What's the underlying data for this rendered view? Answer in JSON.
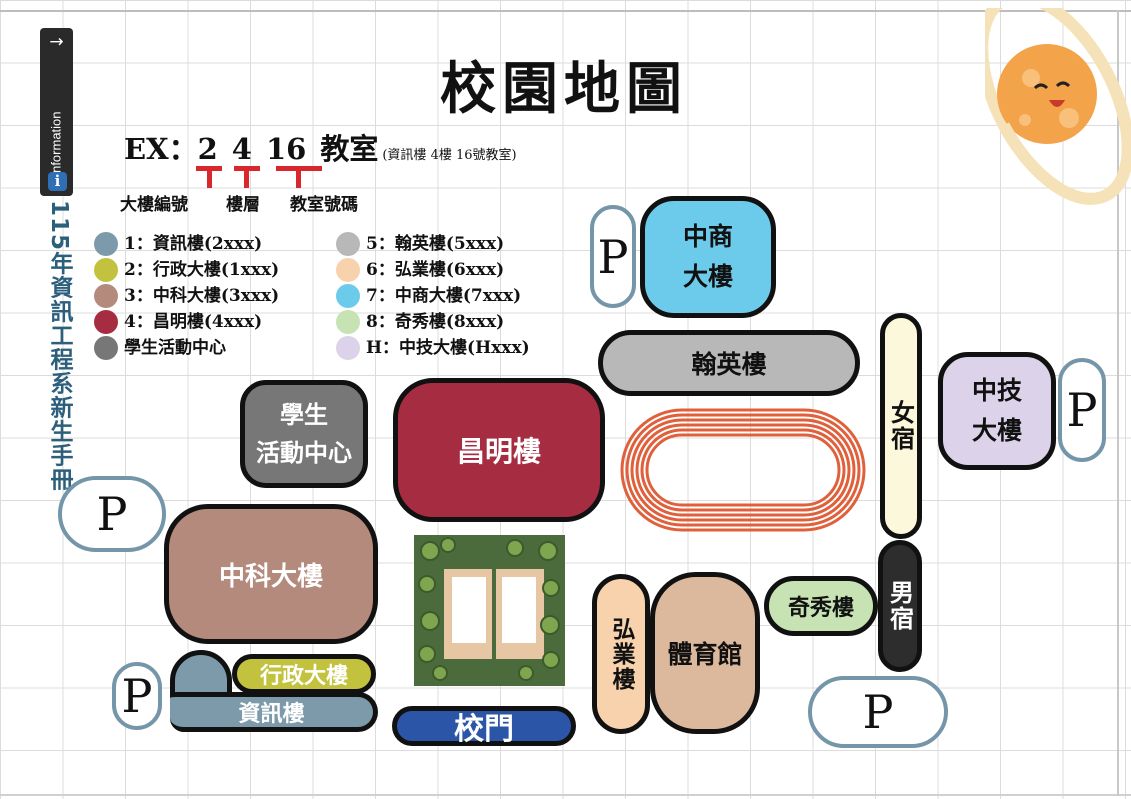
{
  "info_tab": {
    "label": "Information",
    "arrow": "→",
    "icon": "info-icon",
    "icon_glyph": "i"
  },
  "side_title": "115年資訊工程系新生手冊",
  "title": "校園地圖",
  "example": {
    "prefix": "EX：",
    "building": "2",
    "floor": "4",
    "room": "16",
    "suffix": "教室",
    "note": "(資訊樓 4樓 16號教室)",
    "labels": [
      "大樓編號",
      "樓層",
      "教室號碼"
    ]
  },
  "legend": [
    {
      "label": "1：資訊樓(2xxx)",
      "color": "#7c9aa9"
    },
    {
      "label": "2：行政大樓(1xxx)",
      "color": "#c2c23e"
    },
    {
      "label": "3：中科大樓(3xxx)",
      "color": "#b38a7c"
    },
    {
      "label": "4：昌明樓(4xxx)",
      "color": "#a62d41"
    },
    {
      "label": "學生活動中心",
      "color": "#777777"
    },
    {
      "label": "5：翰英樓(5xxx)",
      "color": "#b8b8b8"
    },
    {
      "label": "6：弘業樓(6xxx)",
      "color": "#f8d2ad"
    },
    {
      "label": "7：中商大樓(7xxx)",
      "color": "#6ccbeb"
    },
    {
      "label": "8：奇秀樓(8xxx)",
      "color": "#c7e3b4"
    },
    {
      "label": "H：中技大樓(Hxxx)",
      "color": "#dcd3ea"
    }
  ],
  "buildings": {
    "student_center": [
      "學生",
      "活動中心"
    ],
    "changming": "昌明樓",
    "hanying": "翰英樓",
    "zhongshang": [
      "中商",
      "大樓"
    ],
    "zhongji": [
      "中技",
      "大樓"
    ],
    "girls_dorm": "女宿",
    "boys_dorm": "男宿",
    "zhongke": "中科大樓",
    "admin": "行政大樓",
    "info": "資訊樓",
    "gate": "校門",
    "hongye": "弘業樓",
    "gym": "體育館",
    "qixiu": "奇秀樓"
  },
  "parking_label": "P",
  "colors": {
    "info": "#7c9aa9",
    "admin": "#c2c23e",
    "zhongke": "#b38a7c",
    "changming": "#a62d41",
    "student_center": "#777777",
    "hanying": "#b8b8b8",
    "hongye": "#f8d2ad",
    "zhongshang": "#6ccbeb",
    "qixiu": "#c7e3b4",
    "zhongji": "#dcd3ea",
    "gym": "#dcb89d",
    "girls_dorm": "#fbf8dc",
    "boys_dorm": "#2d2d2d",
    "gate": "#2b55a7",
    "track": "#e0603c",
    "parking_border": "#7496a8"
  }
}
